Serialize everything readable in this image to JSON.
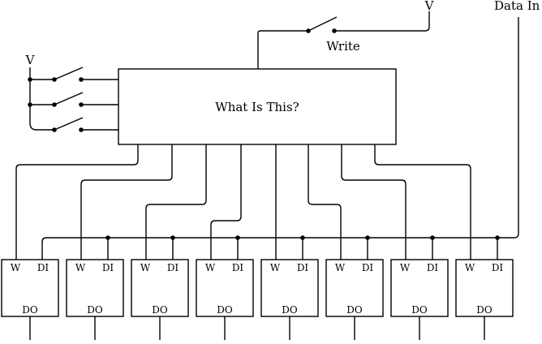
{
  "voltage_label": "V",
  "write_label": "Write",
  "data_in_label": "Data In",
  "center_box_label": "What Is This?",
  "latch_w_label": "W",
  "latch_di_label": "DI",
  "latch_do_label": "DO",
  "latch_count": 8,
  "switch_count": 3
}
